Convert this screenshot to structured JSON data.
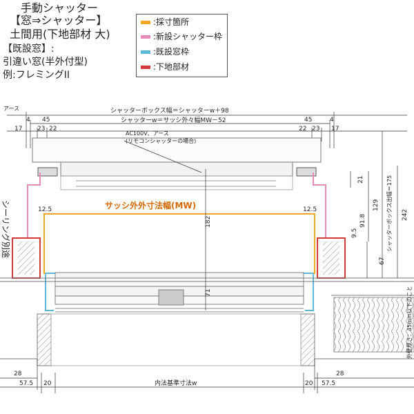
{
  "title": {
    "line1": "手動シャッター",
    "line2": "【窓⇒シャッター】",
    "line3": "土間用(下地部材 大)",
    "line4": "【既設窓】:",
    "line5": "引違い窓(半外付型)",
    "line6": "例:フレミングII"
  },
  "legend": [
    {
      "label": ":採寸箇所",
      "color": "#f5a623"
    },
    {
      "label": ":新設シャッター枠",
      "color": "#e48bb8"
    },
    {
      "label": ":既設窓枠",
      "color": "#5bb8d6"
    },
    {
      "label": ":下地部材",
      "color": "#d23a3a"
    }
  ],
  "labels": {
    "earth": "アース",
    "box_width": "シャッターボックス幅＝シャッターw＋98",
    "shutter_w": "シャッターw＝サッシ外々幅MW－52",
    "ac_note_1": "AC100V、アース",
    "ac_note_2": "(リモコンシャッターの場合)",
    "sash_outer": "サッシ外外寸法幅(MW)",
    "sealing": "シーリング別途",
    "inner_ref": "内法基準寸法w",
    "box_projection": "シャッターボックス出幅＝175",
    "wall_note": "外壁厚さ：45mm以下のこと"
  },
  "dims": {
    "d4l": "4",
    "d45l": "45",
    "d17l": "17",
    "d23l": "23",
    "d22l": "22",
    "d4r": "4",
    "d45r": "45",
    "d17r": "17",
    "d23r": "23",
    "d22r": "22",
    "d125l": "12.5",
    "d125r": "12.5",
    "d21": "21",
    "d129": "129",
    "d242": "242",
    "d918": "91.8",
    "d95": "9.5",
    "d182": "182",
    "d71": "71",
    "d67": "67",
    "d28l": "28",
    "d575l": "57.5",
    "d20l": "20",
    "d28r": "28",
    "d575r": "57.5",
    "d20r": "20"
  }
}
